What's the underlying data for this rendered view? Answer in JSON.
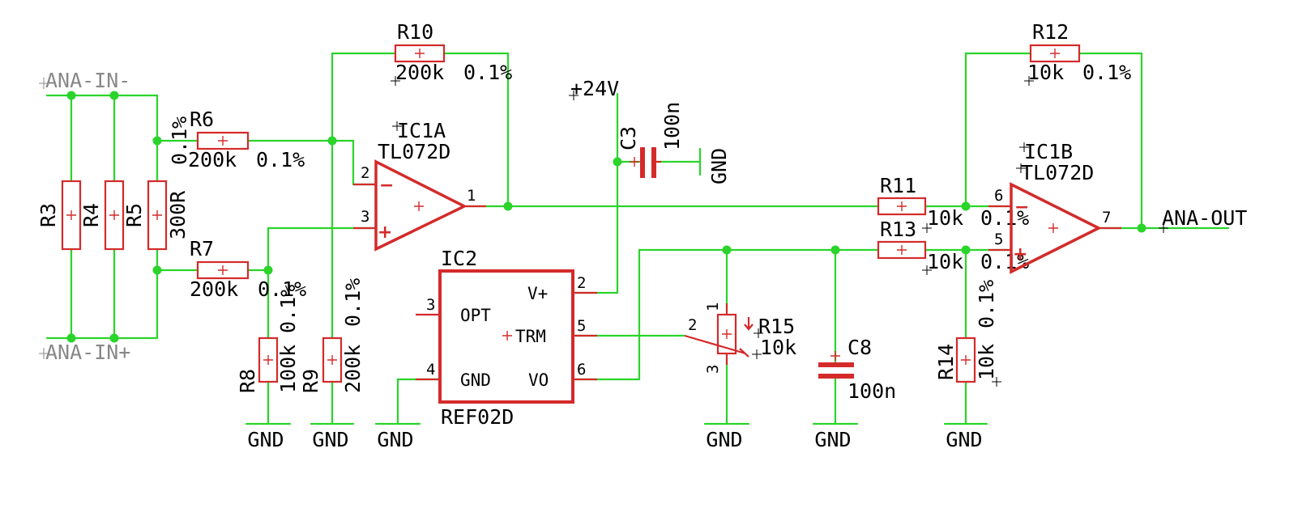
{
  "schematic": {
    "nets": {
      "ana_in_minus": "ANA-IN-",
      "ana_in_plus": "ANA-IN+",
      "ana_out": "ANA-OUT",
      "supply": "+24V",
      "ground": "GND"
    },
    "opamp_a": {
      "name": "IC1A",
      "value": "TL072D",
      "pin_inv": "2",
      "pin_noninv": "3",
      "pin_out": "1",
      "minus_sign": "−",
      "plus_sign": "+"
    },
    "opamp_b": {
      "name": "IC1B",
      "value": "TL072D",
      "pin_inv": "6",
      "pin_noninv": "5",
      "pin_out": "7",
      "minus_sign": "−",
      "plus_sign": "+"
    },
    "reference": {
      "name": "IC2",
      "value": "REF02D",
      "pin_vplus_num": "2",
      "pin_vplus_label": "V+",
      "pin_opt_num": "3",
      "pin_opt_label": "OPT",
      "pin_trm_num": "5",
      "pin_trm_label": "TRM",
      "pin_gnd_num": "4",
      "pin_gnd_label": "GND",
      "pin_vo_num": "6",
      "pin_vo_label": "VO"
    },
    "resistors": {
      "R3": {
        "name": "R3"
      },
      "R4": {
        "name": "R4"
      },
      "R5": {
        "name": "R5",
        "value": "300R"
      },
      "R6": {
        "name": "R6",
        "value": "200k",
        "tolerance": "0.1%"
      },
      "R7": {
        "name": "R7",
        "value": "200k",
        "tolerance": "0.1%"
      },
      "R8": {
        "name": "R8",
        "value": "100k",
        "tolerance": "0.1%"
      },
      "R9": {
        "name": "R9",
        "value": "200k",
        "tolerance": "0.1%"
      },
      "R10": {
        "name": "R10",
        "value": "200k",
        "tolerance": "0.1%"
      },
      "R11": {
        "name": "R11",
        "value": "10k",
        "tolerance": "0.1%"
      },
      "R12": {
        "name": "R12",
        "value": "10k",
        "tolerance": "0.1%"
      },
      "R13": {
        "name": "R13",
        "value": "10k",
        "tolerance": "0.1%"
      },
      "R14": {
        "name": "R14",
        "value": "10k",
        "tolerance": "0.1%"
      }
    },
    "trimmer": {
      "name": "R15",
      "value": "10k",
      "pin1": "1",
      "pin2": "2",
      "pin3": "3"
    },
    "capacitors": {
      "C3": {
        "name": "C3",
        "value": "100n"
      },
      "C8": {
        "name": "C8",
        "value": "100n"
      }
    },
    "colors": {
      "wire": "#2ad42a",
      "part": "#d42a2a",
      "text": "#000000",
      "net_label": "#888888"
    }
  }
}
